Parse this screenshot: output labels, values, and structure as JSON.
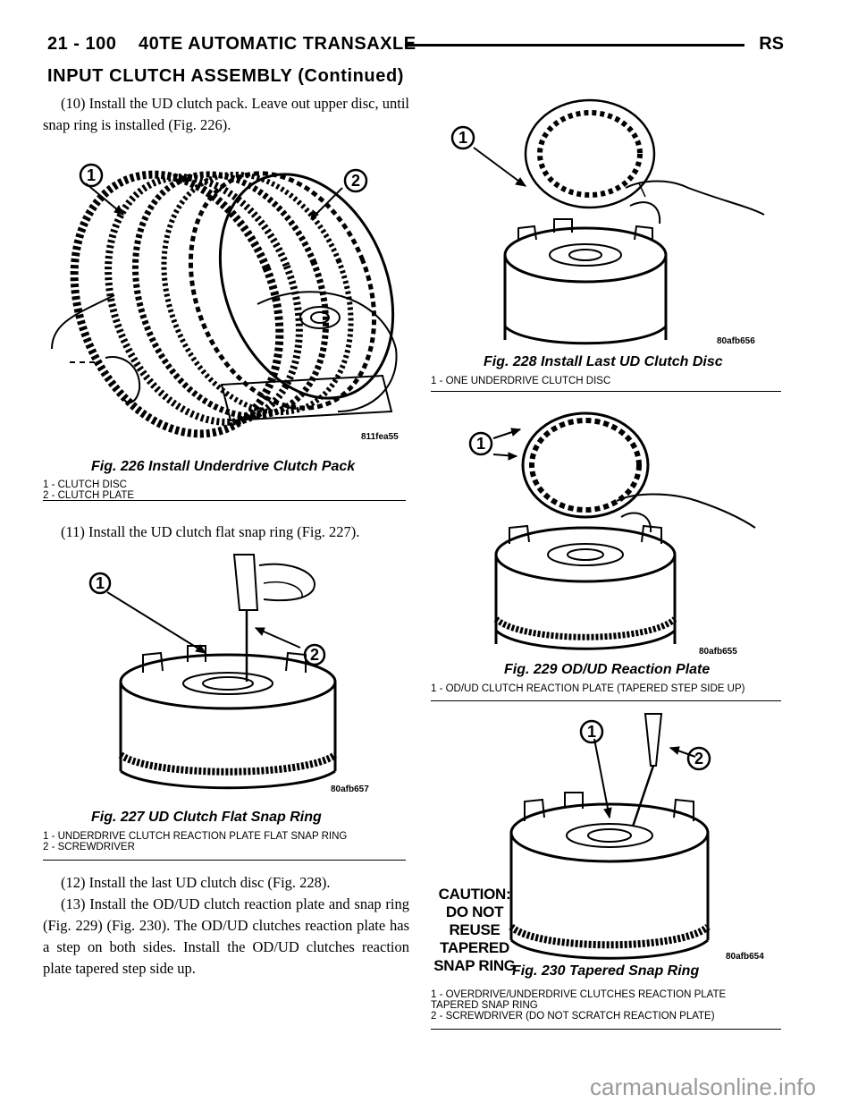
{
  "header": {
    "page_number": "21 - 100",
    "title": "40TE AUTOMATIC TRANSAXLE",
    "code": "RS"
  },
  "section": {
    "title": "INPUT CLUTCH ASSEMBLY (Continued)"
  },
  "steps": {
    "step10": "(10) Install the UD clutch pack. Leave out upper disc, until snap ring is installed (Fig. 226).",
    "step11": "(11) Install the UD clutch flat snap ring (Fig. 227).",
    "step12": "(12) Install the last UD clutch disc (Fig. 228).",
    "step13": "(13) Install the OD/UD clutch reaction plate and snap ring (Fig. 229) (Fig. 230). The OD/UD clutches reaction plate has a step on both sides. Install the OD/UD clutches reaction plate tapered step side up."
  },
  "figures": {
    "fig226": {
      "caption": "Fig. 226 Install Underdrive Clutch Pack",
      "code": "811fea55",
      "callouts": [
        "1",
        "2"
      ],
      "legend": [
        "1 - CLUTCH DISC",
        "2 - CLUTCH PLATE"
      ]
    },
    "fig227": {
      "caption": "Fig. 227 UD Clutch Flat Snap Ring",
      "code": "80afb657",
      "callouts": [
        "1",
        "2"
      ],
      "legend": [
        "1 - UNDERDRIVE CLUTCH REACTION PLATE FLAT SNAP RING",
        "2 - SCREWDRIVER"
      ]
    },
    "fig228": {
      "caption": "Fig. 228 Install Last UD Clutch Disc",
      "code": "80afb656",
      "callouts": [
        "1"
      ],
      "legend": [
        "1 - ONE UNDERDRIVE CLUTCH DISC"
      ]
    },
    "fig229": {
      "caption": "Fig. 229 OD/UD Reaction Plate",
      "code": "80afb655",
      "callouts": [
        "1"
      ],
      "legend": [
        "1 - OD/UD CLUTCH REACTION PLATE (TAPERED STEP SIDE UP)"
      ]
    },
    "fig230": {
      "caption": "Fig. 230 Tapered Snap Ring",
      "code": "80afb654",
      "callouts": [
        "1",
        "2"
      ],
      "caution": [
        "CAUTION:",
        "DO NOT",
        "REUSE",
        "TAPERED",
        "SNAP RING"
      ],
      "legend": [
        "1 - OVERDRIVE/UNDERDRIVE CLUTCHES REACTION PLATE",
        "TAPERED SNAP RING",
        "2 - SCREWDRIVER (DO NOT SCRATCH REACTION PLATE)"
      ]
    }
  },
  "watermark": "carmanualsonline.info"
}
